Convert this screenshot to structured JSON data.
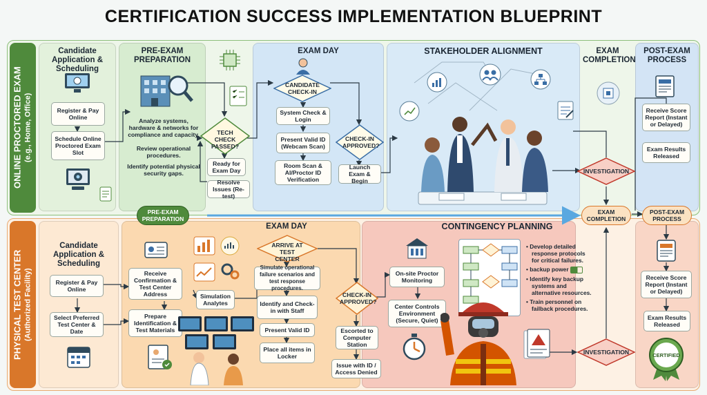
{
  "title": "CERTIFICATION SUCCESS IMPLEMENTATION BLUEPRINT",
  "lanes": {
    "online": {
      "label": "ONLINE PROCTORED EXAM",
      "sub": "(e.g., Home, Office)"
    },
    "physical": {
      "label": "PHYSICAL TEST CENTER",
      "sub": "(Authorized Facility)"
    }
  },
  "online": {
    "candidate": {
      "header": "Candidate Application & Scheduling",
      "step1": "Register & Pay Online",
      "step2": "Schedule Online Proctored Exam Slot"
    },
    "pre_exam": {
      "header": "PRE-EXAM PREPARATION",
      "line1": "Analyze systems, hardware & networks for compliance and capacity.",
      "line2": "Review operational procedures.",
      "line3": "Identify potential physical security gaps."
    },
    "tech_check": "TECH CHECK PASSED?",
    "ready": "Ready for Exam Day",
    "resolve": "Resolve Issues (Re-test)",
    "exam_day": {
      "header": "EXAM DAY",
      "checkin": "CANDIDATE CHECK-IN",
      "step1": "System Check & Login",
      "step2": "Present Valid ID (Webcam Scan)",
      "step3": "Room Scan & AI/Proctor ID Verification",
      "approved": "CHECK-IN APPROVED?",
      "launch": "Launch Exam & Begin"
    },
    "stakeholder": "STAKEHOLDER ALIGNMENT",
    "completion": "EXAM COMPLETION",
    "investigation": "INVESTIGATION",
    "post": {
      "header": "POST-EXAM PROCESS",
      "step1": "Receive Score Report (Instant or Delayed)",
      "step2": "Exam Results Released"
    }
  },
  "middle": {
    "pre_exam": "PRE-EXAM PREPARATION",
    "completion": "EXAM COMPLETION",
    "post": "POST-EXAM PROCESS"
  },
  "physical": {
    "candidate": {
      "header": "Candidate Application & Scheduling",
      "step1": "Register & Pay Online",
      "step2": "Select Preferred Test Center & Date"
    },
    "pre": {
      "step1": "Receive Confirmation & Test Center Address",
      "step2": "Prepare Identification & Test Materials",
      "simulation": "Simulation Analytes"
    },
    "exam_day": {
      "header": "EXAM DAY",
      "arrive": "ARRIVE AT TEST CENTER",
      "step1": "Simulate operational failure scenarios and test response procedures.",
      "step2": "Identify and Check-in with Staff",
      "step3": "Present Valid ID",
      "step4": "Place all items in Locker",
      "approved": "CHECK-IN APPROVED?",
      "escort": "Escorted to Computer Station",
      "issue": "Issue with ID / Access Denied"
    },
    "contingency": {
      "header": "CONTINGENCY PLANNING",
      "onsite": "On-site Proctor Monitoring",
      "controls": "Center Controls Environment (Secure, Quiet)",
      "bullets": [
        "Develop detailed response protocols for critical failures.",
        "backup power",
        "Identify key backup systems and alternative resources.",
        "Train personnel on failback procedures."
      ],
      "badge": "CERTIFIED"
    },
    "investigation": "INVESTIGATION",
    "post": {
      "step1": "Receive Score Report (Instant or Delayed)",
      "step2": "Exam Results Released"
    }
  },
  "colors": {
    "green": "#cfe8c4",
    "orange": "#fbd9b0",
    "blue": "#cfe3f5",
    "red": "#f6c6bd",
    "lane_green": "#4f8a3c",
    "lane_orange": "#d9772a"
  }
}
